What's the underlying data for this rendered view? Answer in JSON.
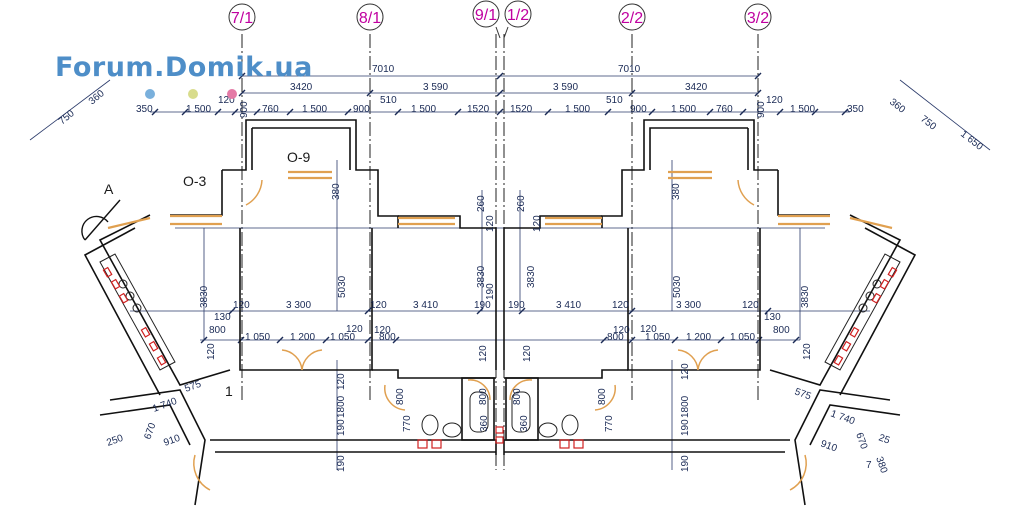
{
  "watermark": {
    "text": "Forum.Domik.ua",
    "dot_colors": [
      "#7ab0dc",
      "#d8dc8c",
      "#e47aa6"
    ]
  },
  "axes": [
    "7/1",
    "8/1",
    "9/1",
    "1/2",
    "2/2",
    "3/2"
  ],
  "overall_dims": [
    "7010",
    "7010"
  ],
  "top_dims": [
    "3420",
    "3 590",
    "3 590",
    "3420"
  ],
  "row3_dims": [
    "350",
    "1 500",
    "120",
    "760",
    "1 500",
    "900",
    "510",
    "1 500",
    "1520",
    "1520",
    "1 500",
    "510",
    "900",
    "1 500",
    "760",
    "120",
    "1 500",
    "350"
  ],
  "row3_extra": [
    "900",
    "900"
  ],
  "diag_left": [
    "750",
    "360"
  ],
  "diag_right": [
    "360",
    "750",
    "1 650"
  ],
  "labels": {
    "section": "A",
    "o3": "O-3",
    "o9": "O-9",
    "one": "1"
  },
  "mid_dims": [
    "120",
    "3 300",
    "120",
    "3 410",
    "190",
    "190",
    "3 410",
    "120",
    "3 300",
    "120"
  ],
  "mid_130": [
    "130",
    "130"
  ],
  "vert_dims": [
    "3830",
    "5030",
    "3830",
    "190",
    "3830",
    "5030",
    "3830"
  ],
  "vert_small": [
    "380",
    "260",
    "120",
    "260",
    "120",
    "380"
  ],
  "low_dims": [
    "800",
    "1 050",
    "1 200",
    "1 050",
    "120",
    "800",
    "800",
    "120",
    "1 050",
    "1 200",
    "1 050",
    "800"
  ],
  "low_120": [
    "120",
    "120",
    "120",
    "120",
    "120",
    "120"
  ],
  "low_vert": [
    "120",
    "1800",
    "190",
    "190",
    "120",
    "1800",
    "190",
    "190"
  ],
  "bath": [
    "800",
    "770",
    "800",
    "360",
    "800",
    "360",
    "800",
    "770"
  ],
  "left_corner": [
    "575",
    "1 740",
    "670",
    "910",
    "250"
  ],
  "right_corner": [
    "575",
    "1 740",
    "670",
    "910",
    "25",
    "380",
    "7"
  ]
}
